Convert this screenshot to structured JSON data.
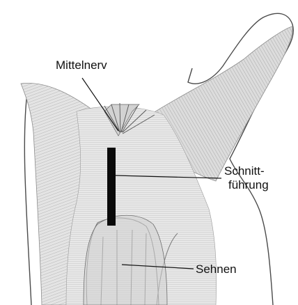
{
  "labels": {
    "median_nerve": "Mittelnerv",
    "incision_line1": "Schnitt-",
    "incision_line2": "führung",
    "tendons": "Sehnen"
  },
  "colors": {
    "ink": "#111111",
    "tissue_light": "#e6e6e6",
    "tissue_mid": "#c8c8c8",
    "tissue_dark": "#8c8c8c",
    "incision_bar": "#0a0a0a"
  }
}
